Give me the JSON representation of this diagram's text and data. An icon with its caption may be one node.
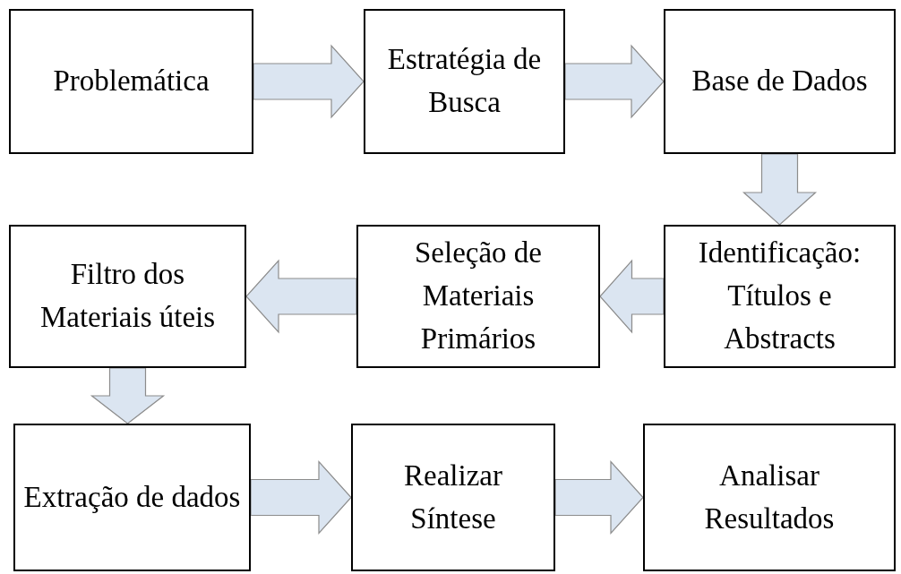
{
  "diagram": {
    "nodes": [
      {
        "text": [
          "Problemática"
        ]
      },
      {
        "text": [
          "Estratégia de Busca"
        ]
      },
      {
        "text": [
          "Base de Dados"
        ]
      },
      {
        "text": [
          "Filtro dos Materiais úteis"
        ]
      },
      {
        "text": [
          "Seleção de Materiais Primários"
        ]
      },
      {
        "text": [
          "Identificação: Títulos e Abstracts"
        ]
      },
      {
        "text": [
          "Extração de dados"
        ]
      },
      {
        "text": [
          "Realizar Síntese"
        ]
      },
      {
        "text": [
          "Analisar Resultados"
        ]
      }
    ],
    "edges": [
      {
        "from": 0,
        "to": 1,
        "arrow": "to"
      },
      {
        "from": 1,
        "to": 2,
        "arrow": "to"
      },
      {
        "from": 2,
        "to": 5,
        "arrow": "to"
      },
      {
        "from": 5,
        "to": 4,
        "arrow": "to"
      },
      {
        "from": 4,
        "to": 3,
        "arrow": "to"
      },
      {
        "from": 3,
        "to": 6,
        "arrow": "to"
      },
      {
        "from": 6,
        "to": 7,
        "arrow": "to"
      },
      {
        "from": 7,
        "to": 8,
        "arrow": "to"
      }
    ]
  }
}
